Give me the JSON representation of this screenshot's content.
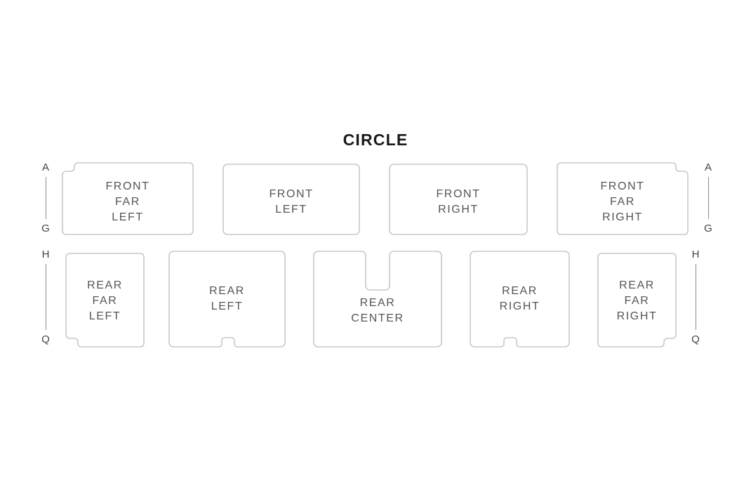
{
  "title": "CIRCLE",
  "colors": {
    "background": "#ffffff",
    "block_fill": "#ffffff",
    "block_stroke": "#c8c8c8",
    "block_label": "#555555",
    "title": "#1a1a1a",
    "row_letter": "#444444",
    "row_rule": "#8a8a8a"
  },
  "row_ranges": [
    {
      "name": "front-left",
      "start": "A",
      "end": "G"
    },
    {
      "name": "front-right",
      "start": "A",
      "end": "G"
    },
    {
      "name": "rear-left",
      "start": "H",
      "end": "Q"
    },
    {
      "name": "rear-right",
      "start": "H",
      "end": "Q"
    }
  ],
  "sections": {
    "front": [
      {
        "id": "front-far-left",
        "label": "FRONT\nFAR\nLEFT",
        "rows": "A-G"
      },
      {
        "id": "front-left",
        "label": "FRONT\nLEFT",
        "rows": "A-G"
      },
      {
        "id": "front-right",
        "label": "FRONT\nRIGHT",
        "rows": "A-G"
      },
      {
        "id": "front-far-right",
        "label": "FRONT\nFAR\nRIGHT",
        "rows": "A-G"
      }
    ],
    "rear": [
      {
        "id": "rear-far-left",
        "label": "REAR\nFAR\nLEFT",
        "rows": "H-Q"
      },
      {
        "id": "rear-left",
        "label": "REAR\nLEFT",
        "rows": "H-Q"
      },
      {
        "id": "rear-center",
        "label": "REAR\nCENTER",
        "rows": "H-Q"
      },
      {
        "id": "rear-right",
        "label": "REAR\nRIGHT",
        "rows": "H-Q"
      },
      {
        "id": "rear-far-right",
        "label": "REAR\nFAR\nRIGHT",
        "rows": "H-Q"
      }
    ]
  }
}
